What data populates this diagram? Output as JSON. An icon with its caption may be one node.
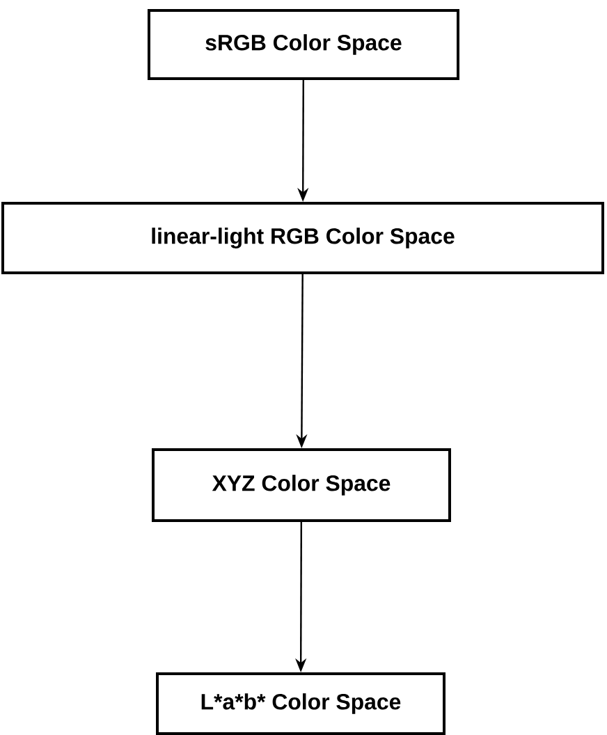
{
  "diagram": {
    "nodes": [
      {
        "text": [
          "sRGB Color Space"
        ]
      },
      {
        "text": [
          "linear-light RGB Color Space"
        ]
      },
      {
        "text": [
          "XYZ Color Space"
        ]
      },
      {
        "text": [
          "L*a*b* Color Space"
        ]
      }
    ],
    "edges": [
      {
        "from": 0,
        "to": 1,
        "arrow": "to"
      },
      {
        "from": 1,
        "to": 2,
        "arrow": "to"
      },
      {
        "from": 2,
        "to": 3,
        "arrow": "to"
      }
    ]
  }
}
